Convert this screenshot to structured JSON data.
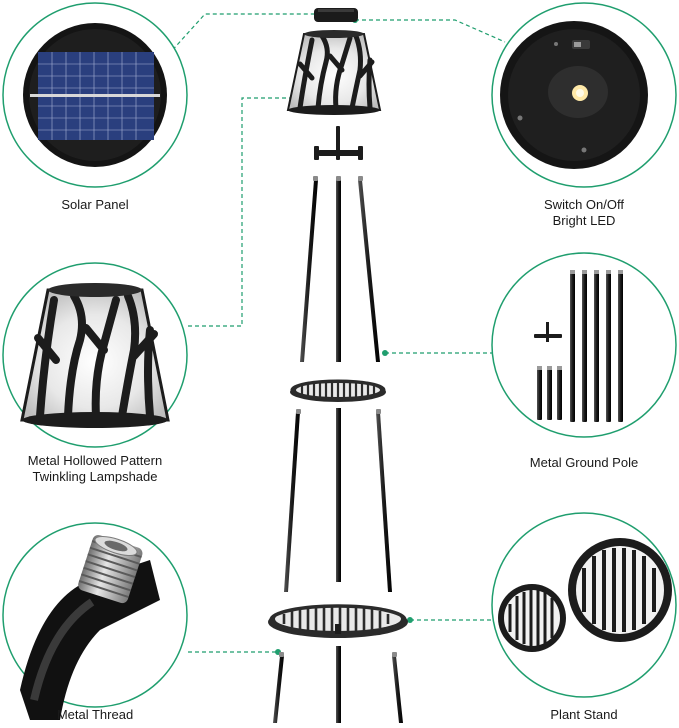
{
  "labels": {
    "solar_panel": "Solar Panel",
    "switch_line1": "Switch On/Off",
    "switch_line2": "Bright LED",
    "lampshade_line1": "Metal Hollowed Pattern",
    "lampshade_line2": "Twinkling Lampshade",
    "ground_pole": "Metal Ground Pole",
    "metal_thread": "Metal Thread",
    "plant_stand": "Plant Stand"
  },
  "colors": {
    "accent_green": "#1f9e6e",
    "metal_dark": "#1c1c1c",
    "panel_blue": "#2a3f7e"
  }
}
